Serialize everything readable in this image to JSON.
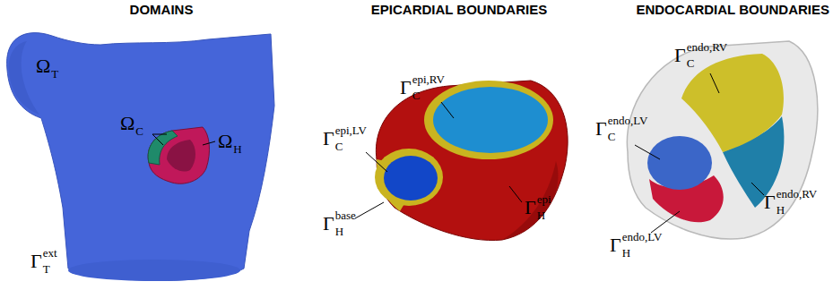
{
  "diagram": {
    "labels": [
      "DOMAINS",
      "EPICARDIAL BOUNDARIES",
      "ENDOCARDIAL BOUNDARIES",
      "Ω",
      "T",
      "Ω",
      "C",
      "Ω",
      "H",
      "Γ",
      "T",
      "ext",
      "Γ",
      "C",
      "epi,RV",
      "Γ",
      "C",
      "epi,LV",
      "Γ",
      "H",
      "epi",
      "Γ",
      "H",
      "base",
      "Γ",
      "C",
      "endo,RV",
      "Γ",
      "C",
      "endo,LV",
      "Γ",
      "H",
      "endo,RV",
      "Γ",
      "H",
      "endo,LV"
    ]
  }
}
